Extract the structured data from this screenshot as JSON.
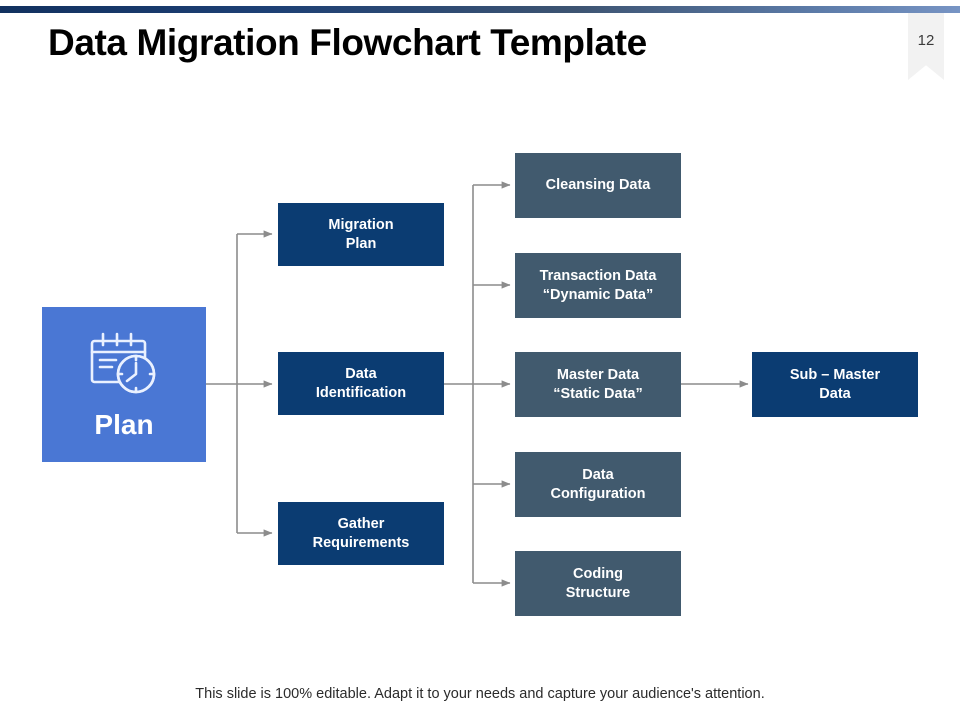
{
  "slide": {
    "title": "Data Migration Flowchart Template",
    "page_number": "12",
    "footer_note": "This slide is 100% editable. Adapt it to your needs and capture your audience's attention."
  },
  "colors": {
    "plan_blue": "#4A77D4",
    "navy": "#0B3C72",
    "slate": "#415A6E",
    "connector_gray": "#8C8C8C",
    "ribbon_bg": "#F2F2F2",
    "title_text": "#000000",
    "top_bar_start": "#12315F",
    "top_bar_end": "#7794C4"
  },
  "flow": {
    "start_node": {
      "label": "Plan",
      "icon": "calendar-clock-icon",
      "color": "#4A77D4"
    },
    "stage_two": [
      {
        "line1": "Migration",
        "line2": "Plan",
        "color": "#0B3C72"
      },
      {
        "line1": "Data",
        "line2": "Identification",
        "color": "#0B3C72"
      },
      {
        "line1": "Gather",
        "line2": "Requirements",
        "color": "#0B3C72"
      }
    ],
    "stage_three": [
      {
        "line1": "Cleansing Data",
        "line2": "",
        "color": "#415A6E"
      },
      {
        "line1": "Transaction Data",
        "line2": "“Dynamic Data”",
        "color": "#415A6E"
      },
      {
        "line1": "Master Data",
        "line2": "“Static Data”",
        "color": "#415A6E"
      },
      {
        "line1": "Data",
        "line2": "Configuration",
        "color": "#415A6E"
      },
      {
        "line1": "Coding",
        "line2": "Structure",
        "color": "#415A6E"
      }
    ],
    "stage_four": [
      {
        "line1": "Sub – Master",
        "line2": "Data",
        "color": "#0B3C72"
      }
    ]
  }
}
